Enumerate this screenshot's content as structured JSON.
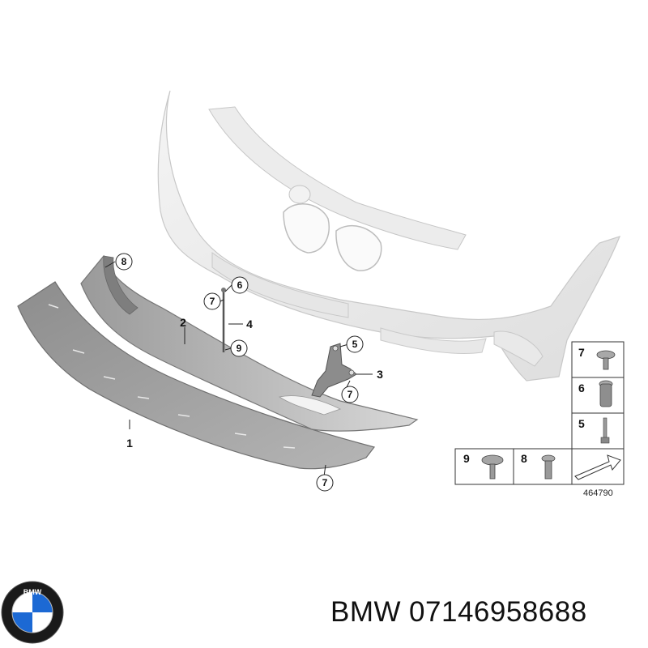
{
  "callouts": {
    "c1": "1",
    "c2": "2",
    "c3": "3",
    "c4": "4",
    "c5": "5",
    "c6": "6",
    "c7a": "7",
    "c7b": "7",
    "c7c": "7",
    "c8": "8",
    "c9": "9"
  },
  "legend": {
    "item7": "7",
    "item6": "6",
    "item5": "5",
    "item9": "9",
    "item8": "8"
  },
  "reference_number": "464790",
  "caption": {
    "brand": "BMW",
    "part_number": "07146958688"
  },
  "logo": {
    "text": "BMW",
    "colors": {
      "blue": "#1c69d4",
      "white": "#ffffff",
      "ring": "#1a1a1a"
    }
  }
}
